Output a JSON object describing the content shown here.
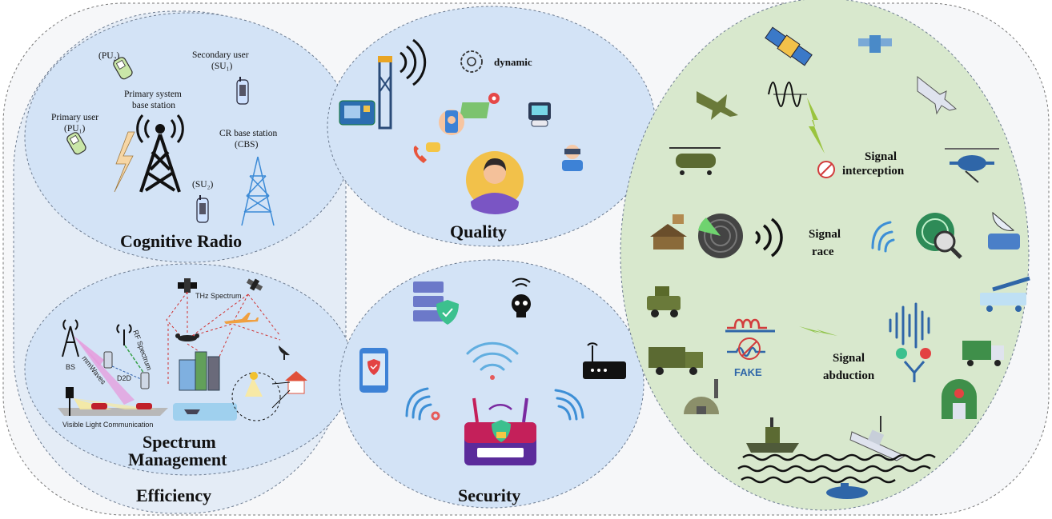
{
  "outer": {
    "efficiency_title": "Efficiency",
    "quality_title": "Quality",
    "security_title": "Security"
  },
  "cognitive_radio": {
    "title": "Cognitive Radio",
    "pu2": "(PU₂)",
    "su1_line1": "Secondary user",
    "su1_line2": "(SU₁)",
    "pbs_line1": "Primary system",
    "pbs_line2": "base station",
    "pu1_line1": "Primary user",
    "pu1_line2": "(PU₁)",
    "cbs_line1": "CR base station",
    "cbs_line2": "(CBS)",
    "su2": "(SU₂)"
  },
  "spectrum": {
    "title_line1": "Spectrum",
    "title_line2": "Management",
    "thz": "THz Spectrum",
    "rf": "RF Spectrum",
    "mmwaves": "mmWaves",
    "bs": "BS",
    "d2d": "D2D",
    "vlc": "Visible Light Communication"
  },
  "quality": {
    "dynamic": "dynamic"
  },
  "military": {
    "interception_line1": "Signal",
    "interception_line2": "interception",
    "race_line1": "Signal",
    "race_line2": "race",
    "abduction_line1": "Signal",
    "abduction_line2": "abduction",
    "fake": "FAKE"
  },
  "colors": {
    "blue_fill": "#d6e4f5",
    "green_fill": "#d9e8cf",
    "outer_fill": "#f4f5f7",
    "stroke": "#555555"
  }
}
